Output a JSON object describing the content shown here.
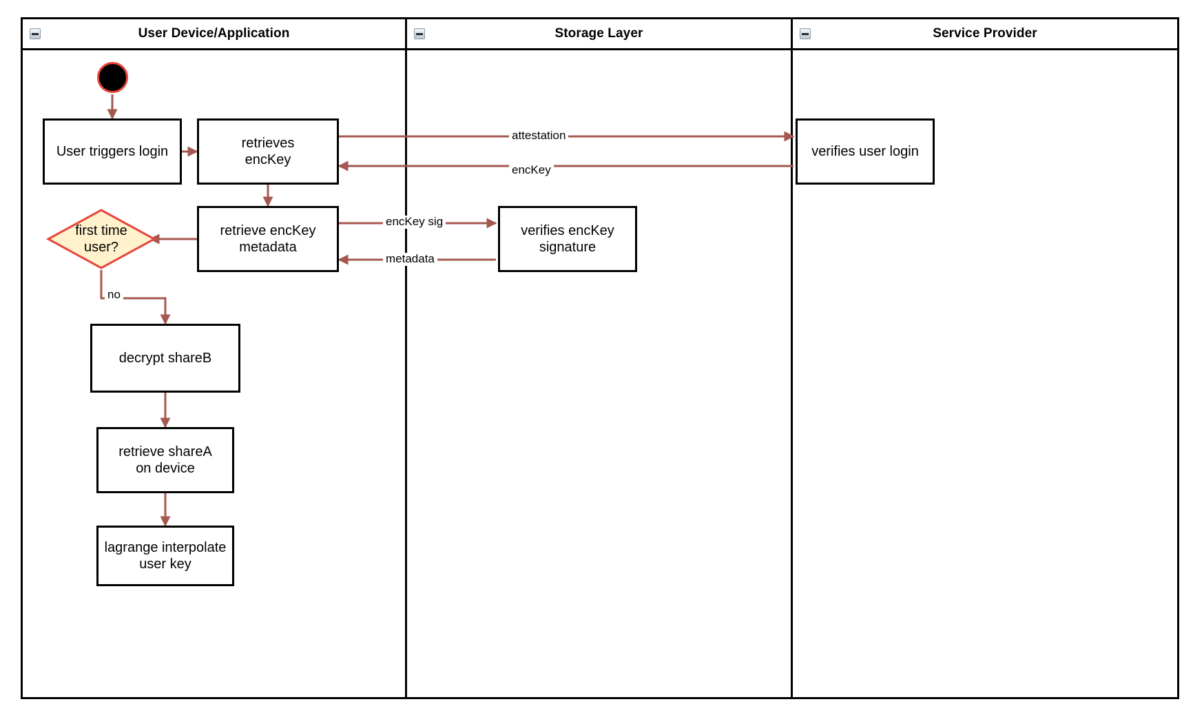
{
  "diagram": {
    "title": "User login key-recovery swimlane activity diagram",
    "colors": {
      "edge": "#a4584f",
      "node_border": "#000000",
      "node_fill": "#ffffff",
      "decision_fill": "#fff2cc",
      "decision_border": "#e8453c",
      "start_fill": "#000000",
      "start_border": "#e8453c",
      "lane_border": "#000000"
    }
  },
  "lanes": [
    {
      "id": "user-device",
      "title": "User Device/Application",
      "collapse_icon": "minus-box-icon"
    },
    {
      "id": "storage-layer",
      "title": "Storage Layer",
      "collapse_icon": "minus-box-icon"
    },
    {
      "id": "service-provider",
      "title": "Service Provider",
      "collapse_icon": "minus-box-icon"
    }
  ],
  "nodes": {
    "start": {
      "type": "start-event",
      "label": ""
    },
    "user_triggers_login": {
      "label": "User triggers login"
    },
    "retrieves_enckey": {
      "label": "retrieves\nencKey"
    },
    "retrieve_enckey_metadata": {
      "label": "retrieve encKey\nmetadata"
    },
    "first_time_user": {
      "label": "first time\nuser?"
    },
    "decrypt_shareb": {
      "label": "decrypt shareB"
    },
    "retrieve_sharea_on_device": {
      "label": "retrieve shareA\non device"
    },
    "lagrange_interpolate_user_key": {
      "label": "lagrange interpolate\nuser key"
    },
    "verifies_enckey_signature": {
      "label": "verifies encKey\nsignature"
    },
    "verifies_user_login": {
      "label": "verifies user login"
    }
  },
  "edge_labels": {
    "attestation": "attestation",
    "enckey": "encKey",
    "enckey_sig": "encKey sig",
    "metadata": "metadata",
    "no": "no"
  }
}
